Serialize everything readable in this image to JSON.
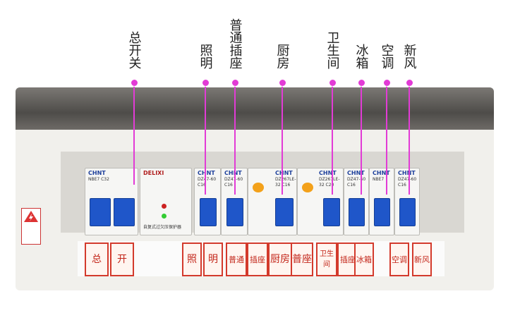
{
  "callouts": [
    {
      "id": "zong-kai-guan",
      "label": "总开关"
    },
    {
      "id": "zhao-ming",
      "label": "照明"
    },
    {
      "id": "pu-tong-cha-zuo",
      "label": "普通插座"
    },
    {
      "id": "chu-fang",
      "label": "厨房"
    },
    {
      "id": "wei-sheng-jian",
      "label": "卫生间"
    },
    {
      "id": "bing-xiang",
      "label": "冰箱"
    },
    {
      "id": "kong-tiao",
      "label": "空调"
    },
    {
      "id": "xin-feng",
      "label": "新风"
    }
  ],
  "breakers": [
    {
      "brand": "CHNT",
      "model": "NBE7 C32"
    },
    {
      "brand": "DELIXI",
      "model": "自复式过欠压保护器"
    },
    {
      "brand": "CHNT",
      "model": "DZ47-60 C16"
    },
    {
      "brand": "CHNT",
      "model": "DZ47-60 C16"
    },
    {
      "brand": "CHNT",
      "model": "DZ267LE-32 C16"
    },
    {
      "brand": "CHNT",
      "model": "DZ267LE-32 C20"
    },
    {
      "brand": "CHNT",
      "model": "DZ47-60 C16"
    },
    {
      "brand": "CHNT",
      "model": "NBE7"
    },
    {
      "brand": "CHNT",
      "model": "DZ47-60 C16"
    }
  ],
  "handwritten_labels": [
    "总",
    "开",
    "照",
    "明",
    "普通",
    "插座",
    "厨房",
    "普座",
    "卫生间",
    "插座",
    "冰箱",
    "空调",
    "新风"
  ]
}
